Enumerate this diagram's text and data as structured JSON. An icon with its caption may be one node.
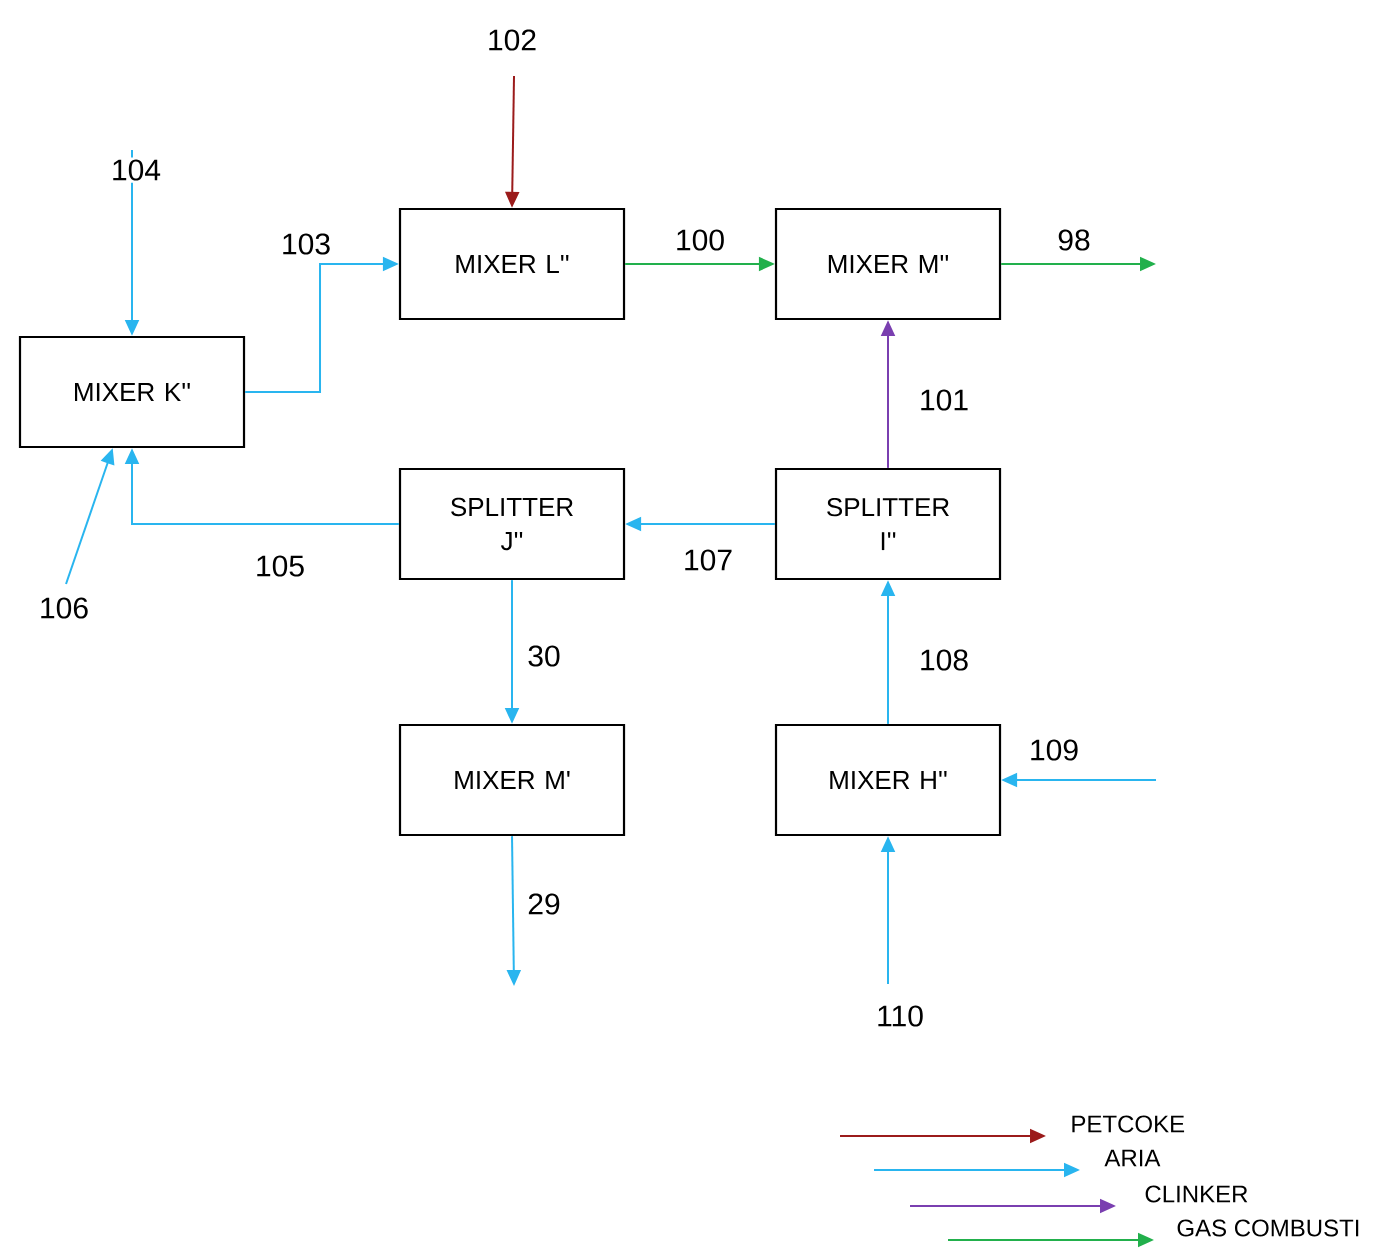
{
  "diagram": {
    "nodes": [
      {
        "text": [
          "MIXER L''"
        ]
      },
      {
        "text": [
          "MIXER M''"
        ]
      },
      {
        "text": [
          "MIXER K''"
        ]
      },
      {
        "text": [
          "SPLITTER J''"
        ]
      },
      {
        "text": [
          "SPLITTER I''"
        ]
      },
      {
        "text": [
          "MIXER M'"
        ]
      },
      {
        "text": [
          "MIXER H''"
        ]
      }
    ],
    "edges": [
      {
        "from": null,
        "to": 0,
        "arrow": "to",
        "label": "102",
        "color": "#9b1b1b"
      },
      {
        "from": null,
        "to": 2,
        "arrow": "to",
        "label": "104"
      },
      {
        "from": 2,
        "to": 0,
        "arrow": "to",
        "label": "103"
      },
      {
        "from": 0,
        "to": 1,
        "arrow": "to",
        "label": "100",
        "color": "#22b04c"
      },
      {
        "from": 1,
        "to": null,
        "arrow": "to",
        "label": "98",
        "color": "#22b04c"
      },
      {
        "from": 4,
        "to": 1,
        "arrow": "to",
        "label": "101",
        "color": "#7a3fb0"
      },
      {
        "from": 3,
        "to": 2,
        "arrow": "to",
        "label": "105"
      },
      {
        "from": null,
        "to": 2,
        "arrow": "to",
        "label": "106"
      },
      {
        "from": 4,
        "to": 3,
        "arrow": "to",
        "label": "107"
      },
      {
        "from": 3,
        "to": 5,
        "arrow": "to",
        "label": "30"
      },
      {
        "from": 5,
        "to": null,
        "arrow": "to",
        "label": "29"
      },
      {
        "from": 6,
        "to": 4,
        "arrow": "to",
        "label": "108"
      },
      {
        "from": null,
        "to": 6,
        "arrow": "to",
        "label": "109"
      },
      {
        "from": null,
        "to": 6,
        "arrow": "to",
        "label": "110"
      }
    ],
    "legend": [
      {
        "text": "PETCOKE",
        "color": "#9b1b1b"
      },
      {
        "text": "ARIA",
        "color": "#29b5ef"
      },
      {
        "text": "CLINKER",
        "color": "#7a3fb0"
      },
      {
        "text": "GAS COMBUSTI",
        "color": "#22b04c"
      }
    ]
  }
}
